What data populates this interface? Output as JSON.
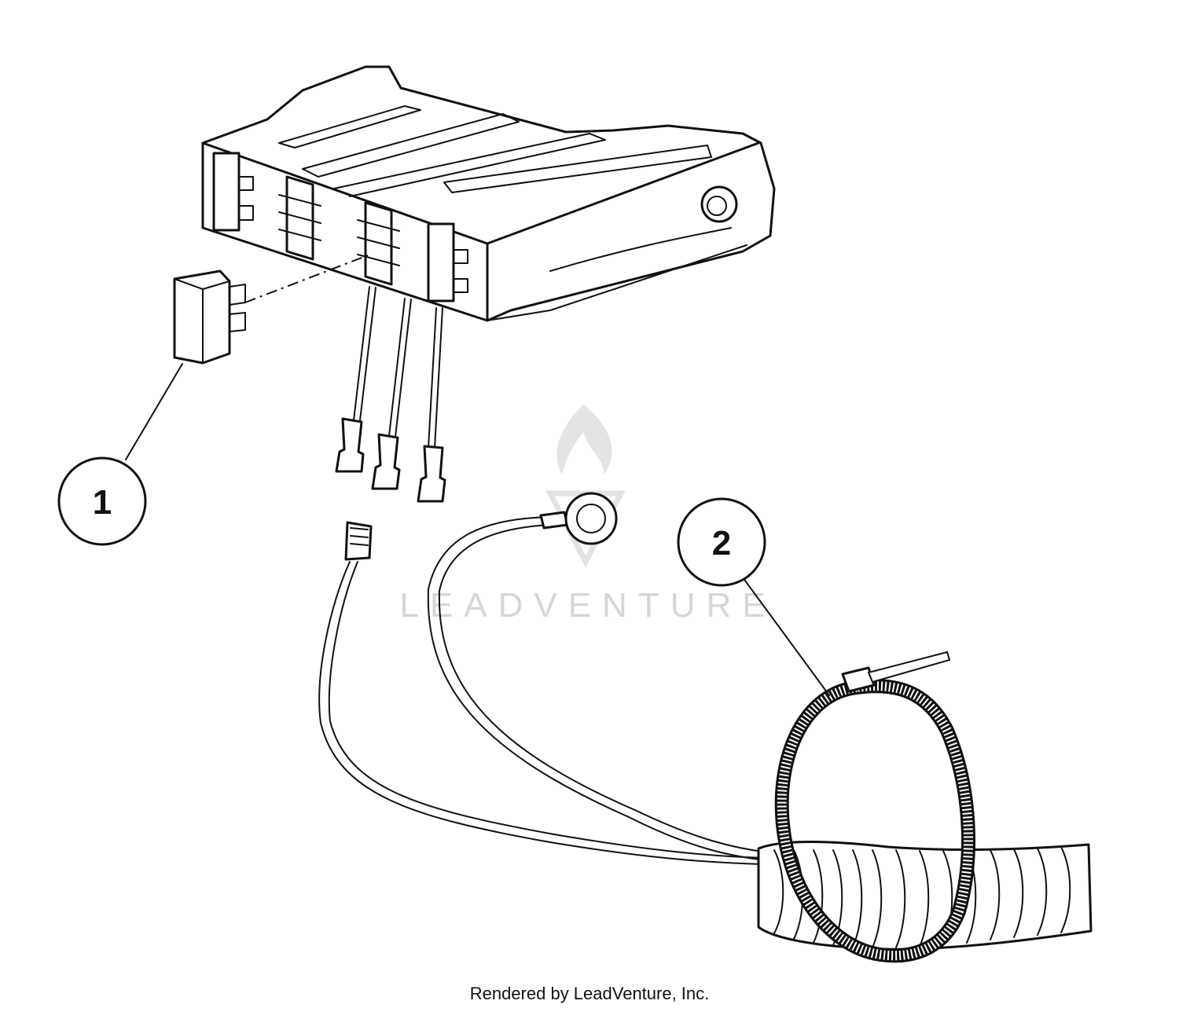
{
  "callouts": [
    {
      "number": "1",
      "part": "fuse"
    },
    {
      "number": "2",
      "part": "cable tie"
    }
  ],
  "watermark": {
    "text": "LEADVENTURE",
    "icon": "flame-logo-icon",
    "color": "#d6d6d6"
  },
  "credit": "Rendered by LeadVenture, Inc."
}
